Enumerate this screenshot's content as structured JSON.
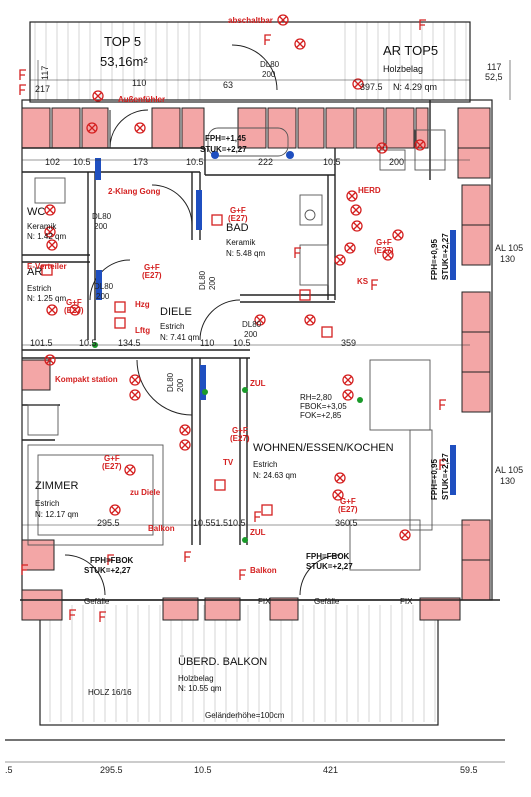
{
  "title": {
    "unit": "TOP 5",
    "area": "53,16m²"
  },
  "neighbor": {
    "name": "AR TOP5",
    "floor": "Holzbelag",
    "area": "N: 4.29 qm"
  },
  "rooms": {
    "wc": {
      "name": "WC",
      "floor": "Keramik",
      "area": "N: 1.42 qm"
    },
    "bad": {
      "name": "BAD",
      "floor": "Keramik",
      "area": "N: 5.48 qm"
    },
    "ar": {
      "name": "AR",
      "floor": "Estrich",
      "area": "N: 1.25 qm"
    },
    "diele": {
      "name": "DIELE",
      "floor": "Estrich",
      "area": "N: 7.41 qm"
    },
    "wohnen": {
      "name": "WOHNEN/ESSEN/KOCHEN",
      "floor": "Estrich",
      "area": "N: 24.63 qm"
    },
    "zimmer": {
      "name": "ZIMMER",
      "floor": "Estrich",
      "area": "N: 12.17 qm"
    },
    "balkon": {
      "name": "ÜBERD. BALKON",
      "floor": "Holzbelag",
      "area": "N: 10.55 qm"
    }
  },
  "notes": {
    "fph_top": "FPH=+1,45",
    "stuk_top": "STUK=+2,27",
    "rh": "RH=2,80",
    "fbok1": "FBOK=+3,05",
    "fok": "FOK=+2,85",
    "fph_right1": "FPH=+0,95",
    "stuk_right1": "STUK=+2,27",
    "fph_right2": "FPH=+0,95",
    "stuk_right2": "STUK=+2,27",
    "fph_bl": "FPH=FBOK",
    "stuk_bl": "STUK=+2,27",
    "fph_br": "FPH=FBOK",
    "stuk_br": "STUK=+2,27",
    "gelaender": "Geländerhöhe=100cm",
    "holz": "HOLZ 16/16",
    "gefaelle1": "Gefälle",
    "gefaelle2": "Gefälle",
    "fix1": "FIX",
    "fix2": "FIX"
  },
  "red_labels": {
    "abschaltbar": "abschaltbar",
    "aussen": "Außenfühler",
    "gong": "2-Klang Gong",
    "verteiler": "E-Verteiler",
    "kompakt": "Kompakt station",
    "herd": "HERD",
    "kuehl": "KS",
    "balkon1": "Balkon",
    "balkon2": "Balkon",
    "zudiele": "zu Diele",
    "gf1": "G+F",
    "gf1b": "(E27)",
    "gf2": "G+F",
    "gf2b": "(E27)",
    "gf3": "G+F",
    "gf3b": "(E27)",
    "gf4": "G+F",
    "gf4b": "(E27)",
    "gf5": "G+F",
    "gf5b": "(E27)",
    "gf6": "G+F",
    "gf6b": "(E27)",
    "gf7": "G+F",
    "gf7b": "(E27)",
    "lftg": "Lftg",
    "hzg": "Hzg",
    "tv": "TV",
    "zul1": "ZUL",
    "zul2": "ZUL"
  },
  "dims": {
    "top_217": "217",
    "top_110": "110",
    "top_63": "63",
    "top_3975": "397.5",
    "r_117": "117",
    "r_525": "52,5",
    "left_117": "117",
    "d_102": "102",
    "d_105a": "10.5",
    "d_173": "173",
    "d_105b": "10.5",
    "d_222": "222",
    "d_105c": "10.5",
    "d_200a": "200",
    "d_1015": "101.5",
    "d_105d": "10.5",
    "d_1345": "134.5",
    "d_110b": "110",
    "d_105e": "10.5",
    "d_359": "359",
    "d_2955a": "295.5",
    "d_1051515": "10.551.510.5",
    "d_3605": "360.5",
    "b_5": ".5",
    "b_2955": "295.5",
    "b_105": "10.5",
    "b_421": "421",
    "b_595": "59.5",
    "al105a": "AL 105",
    "al130a": "130",
    "al105b": "AL 105",
    "al130b": "130",
    "dl80a": "DL80",
    "dl200a": "200",
    "dl80b": "DL80",
    "dl200b": "200",
    "dl80c": "DL80",
    "dl200c": "200",
    "dl80d": "DL80",
    "dl200d": "200",
    "dl80e": "DL80",
    "dl200e": "200",
    "dl80f": "DL80",
    "dl200f": "200"
  },
  "colors": {
    "wall_fill": "#f3a6a6",
    "wall_stroke": "#222222",
    "red": "#d42020",
    "blue": "#1f4fc0",
    "green": "#1a9a2a",
    "grey": "#9a9a9a"
  }
}
